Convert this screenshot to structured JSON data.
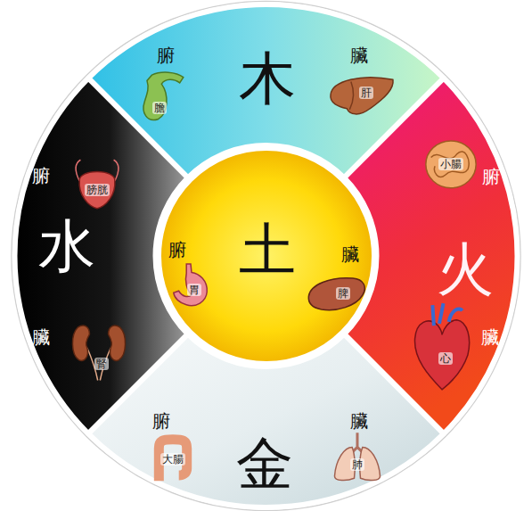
{
  "diagram": {
    "nodes": [
      {
        "text": [
          "腑",
          "木",
          "臟"
        ]
      },
      {
        "text": [
          "膽"
        ],
        "in": 0
      },
      {
        "text": [
          "肝"
        ],
        "in": 0
      },
      {
        "text": [
          "腑",
          "火",
          "臟"
        ]
      },
      {
        "text": [
          "小腸"
        ],
        "in": 3
      },
      {
        "text": [
          "心"
        ],
        "in": 3
      },
      {
        "text": [
          "腑",
          "水",
          "臟"
        ]
      },
      {
        "text": [
          "膀胱"
        ],
        "in": 6
      },
      {
        "text": [
          "腎"
        ],
        "in": 6
      },
      {
        "text": [
          "腑",
          "土",
          "臟"
        ]
      },
      {
        "text": [
          "胃"
        ],
        "in": 9
      },
      {
        "text": [
          "脾"
        ],
        "in": 9
      },
      {
        "text": [
          "腑",
          "金",
          "臟"
        ]
      },
      {
        "text": [
          "大腸"
        ],
        "in": 12
      },
      {
        "text": [
          "肺"
        ],
        "in": 12
      }
    ]
  }
}
